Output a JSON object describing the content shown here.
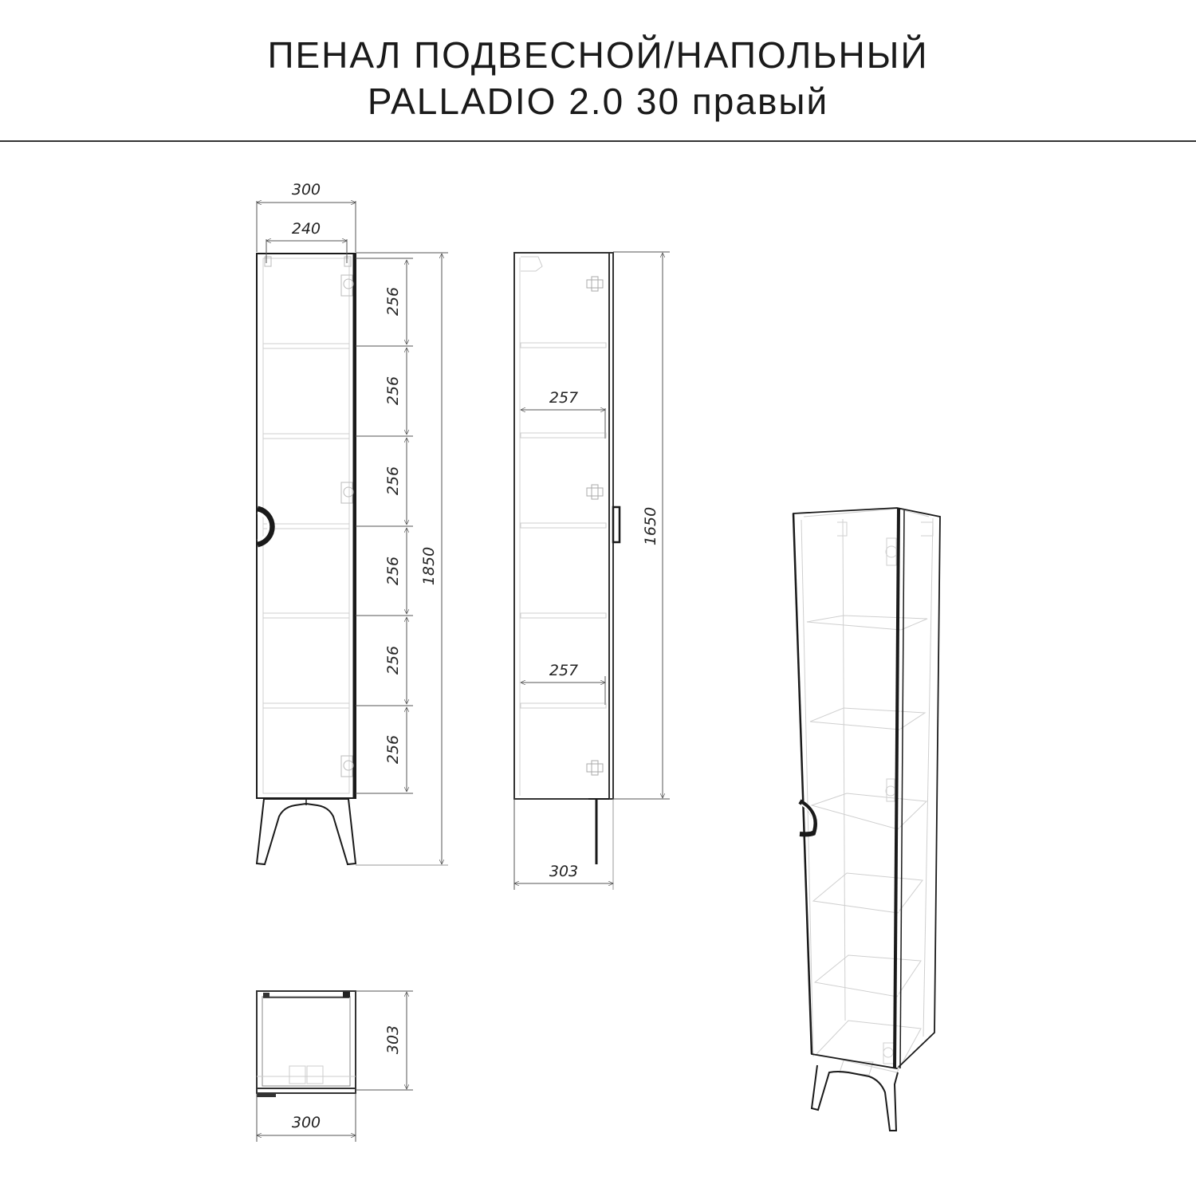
{
  "header": {
    "title_line1": "ПЕНАЛ ПОДВЕСНОЙ/НАПОЛЬНЫЙ",
    "title_line2": "PALLADIO 2.0 30 правый"
  },
  "front_view": {
    "width_total": "300",
    "width_inner": "240",
    "shelf_spacings": [
      "256",
      "256",
      "256",
      "256",
      "256",
      "256"
    ],
    "height_total": "1850"
  },
  "side_view": {
    "inner_depth_upper": "257",
    "inner_depth_lower": "257",
    "height_body": "1650",
    "depth_total": "303"
  },
  "top_view": {
    "depth": "303",
    "width": "300"
  },
  "colors": {
    "line_main": "#1a1a1a",
    "line_dim": "#555555",
    "line_hidden": "#c8c8c8"
  }
}
